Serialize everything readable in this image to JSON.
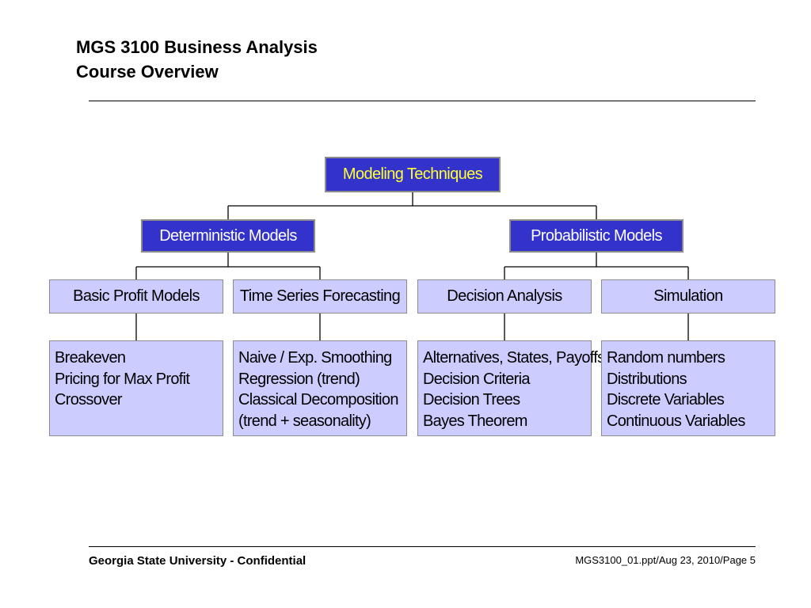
{
  "slide": {
    "title_line1": "MGS 3100 Business Analysis",
    "title_line2": "Course Overview"
  },
  "diagram": {
    "root": "Modeling Techniques",
    "branches": [
      {
        "label": "Deterministic Models",
        "children": [
          {
            "label": "Basic Profit Models",
            "items": [
              "Breakeven",
              "Pricing for Max Profit",
              "Crossover"
            ]
          },
          {
            "label": "Time Series Forecasting",
            "items": [
              "Naive / Exp. Smoothing",
              "Regression (trend)",
              "Classical Decomposition",
              "(trend + seasonality)"
            ]
          }
        ]
      },
      {
        "label": "Probabilistic Models",
        "children": [
          {
            "label": "Decision Analysis",
            "items": [
              "Alternatives, States, Payoffs",
              "Decision Criteria",
              "Decision Trees",
              "Bayes Theorem"
            ]
          },
          {
            "label": "Simulation",
            "items": [
              "Random numbers",
              "Distributions",
              "Discrete Variables",
              "Continuous Variables"
            ]
          }
        ]
      }
    ]
  },
  "footer": {
    "left": "Georgia State University - Confidential",
    "right": "MGS3100_01.ppt/Aug 23, 2010/Page 5"
  },
  "colors": {
    "dark_box": "#3333cc",
    "light_box": "#ccccff",
    "root_text": "#ffff33"
  }
}
